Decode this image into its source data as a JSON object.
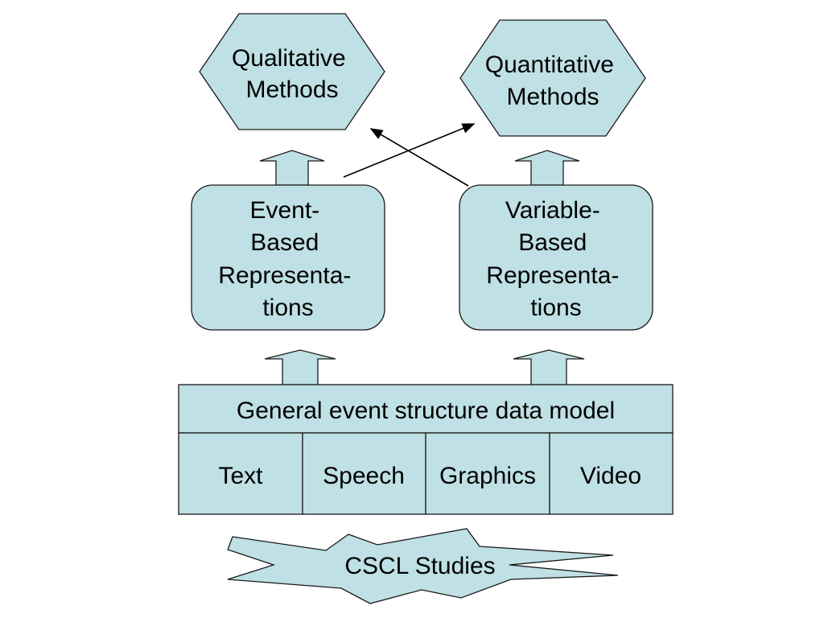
{
  "colors": {
    "fill": "#bfe0e4",
    "stroke": "#1a1a1a",
    "text": "#000000"
  },
  "methods": {
    "qualitative": {
      "lines": [
        "Qualitative",
        "Methods"
      ]
    },
    "quantitative": {
      "lines": [
        "Quantitative",
        "Methods"
      ]
    }
  },
  "representations": {
    "event_based": {
      "lines": [
        "Event-",
        "Based",
        "Representa-",
        "tions"
      ]
    },
    "variable_based": {
      "lines": [
        "Variable-",
        "Based",
        "Representa-",
        "tions"
      ]
    }
  },
  "data_model": {
    "header": "General event structure data model",
    "cells": [
      "Text",
      "Speech",
      "Graphics",
      "Video"
    ]
  },
  "source": {
    "label": "CSCL Studies"
  }
}
